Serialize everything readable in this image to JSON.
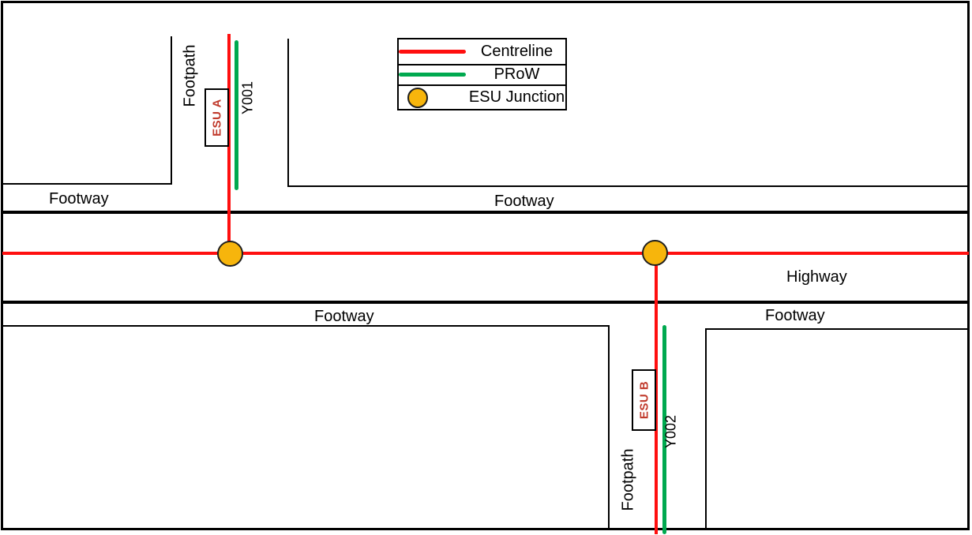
{
  "colors": {
    "centreline": "#FF0F0F",
    "prow": "#00A94F",
    "junction": "#F7B50C",
    "esu": "#C0392B",
    "line": "#000000"
  },
  "legend": {
    "items": [
      {
        "label": "Centreline",
        "swatch": "line",
        "color_key": "centreline"
      },
      {
        "label": "PRoW",
        "swatch": "line",
        "color_key": "prow"
      },
      {
        "label": "ESU Junction",
        "swatch": "circle",
        "color_key": "junction"
      }
    ]
  },
  "areas": {
    "footway_top_left": "Footway",
    "footway_top_right": "Footway",
    "highway": "Highway",
    "footway_bottom_left": "Footway",
    "footway_bottom_right": "Footway",
    "footpath_top": "Footpath",
    "footpath_bottom": "Footpath"
  },
  "features": {
    "esu_a": "ESU A",
    "esu_b": "ESU B",
    "prow_y001": "Y001",
    "prow_y002": "Y002",
    "junction_left": "ESU Junction",
    "junction_right": "ESU Junction"
  }
}
